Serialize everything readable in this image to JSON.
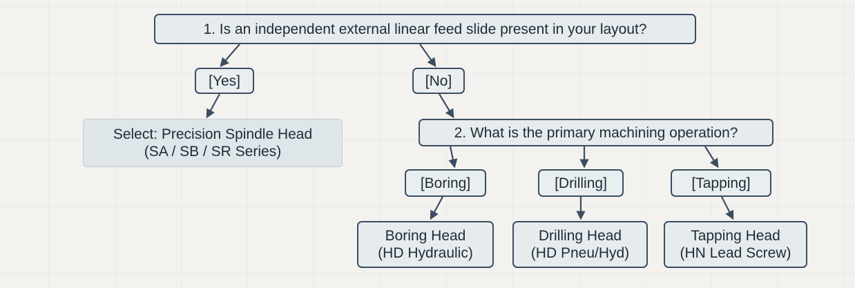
{
  "question1": {
    "text": "1. Is an independent external linear feed slide present in your layout?"
  },
  "branch_yes": {
    "text": "[Yes]"
  },
  "branch_no": {
    "text": "[No]"
  },
  "result_precision": {
    "line1": "Select: Precision Spindle Head",
    "line2": "(SA / SB / SR Series)"
  },
  "question2": {
    "text": "2. What is the primary machining operation?"
  },
  "branch_boring": {
    "text": "[Boring]"
  },
  "branch_drilling": {
    "text": "[Drilling]"
  },
  "branch_tapping": {
    "text": "[Tapping]"
  },
  "result_boring": {
    "line1": "Boring Head",
    "line2": "(HD Hydraulic)"
  },
  "result_drilling": {
    "line1": "Drilling Head",
    "line2": "(HD Pneu/Hyd)"
  },
  "result_tapping": {
    "line1": "Tapping Head",
    "line2": "(HN Lead Screw)"
  },
  "colors": {
    "background": "#f3f2ee",
    "box_fill": "#e6ebee",
    "box_border": "#3b4d63",
    "arrow": "#3b4d63",
    "text": "#1f2a36"
  }
}
